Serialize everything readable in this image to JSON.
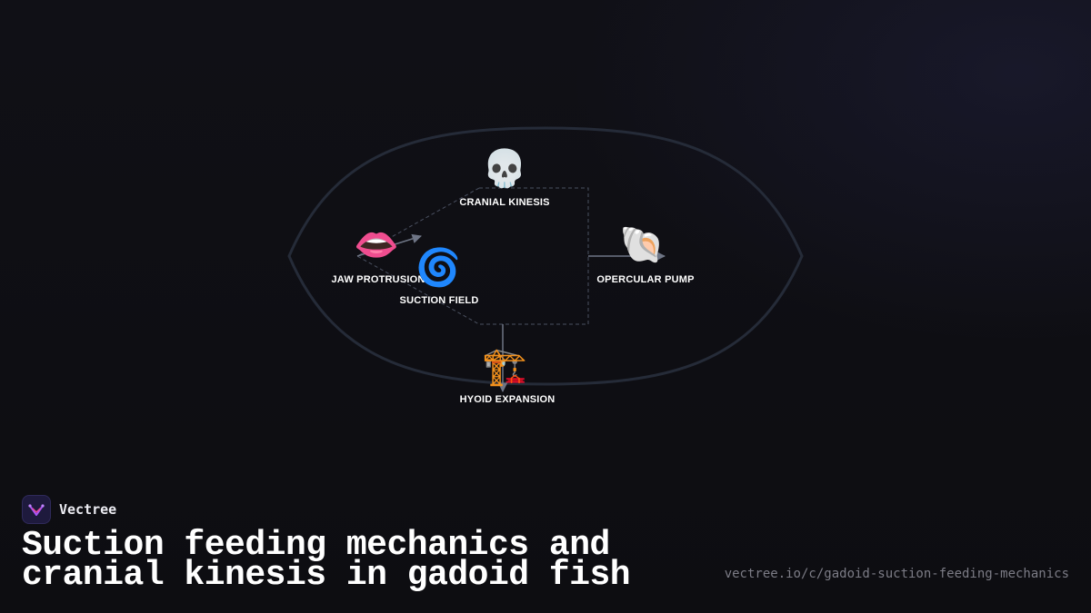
{
  "diagram": {
    "nodes": [
      {
        "id": "cranial",
        "emoji": "💀",
        "label": "CRANIAL KINESIS"
      },
      {
        "id": "jaw",
        "emoji": "👄",
        "label": "JAW PROTRUSION"
      },
      {
        "id": "suction",
        "emoji": "🌀",
        "label": "SUCTION FIELD"
      },
      {
        "id": "opercular",
        "emoji": "🐚",
        "label": "OPERCULAR PUMP"
      },
      {
        "id": "hyoid",
        "emoji": "🏗️",
        "label": "HYOID EXPANSION"
      }
    ]
  },
  "brand": {
    "name": "Vectree",
    "logo_icon": "vectree-logo-icon"
  },
  "title": "Suction feeding mechanics and cranial kinesis in gadoid fish",
  "url": "vectree.io/c/gadoid-suction-feeding-mechanics",
  "colors": {
    "background": "#0e0e12",
    "ellipse": "#252b38",
    "connector": "#6e7585",
    "logo_bg": "#1e1a3d",
    "logo_accent": "#a855f7",
    "url_text": "#7c7c86"
  }
}
